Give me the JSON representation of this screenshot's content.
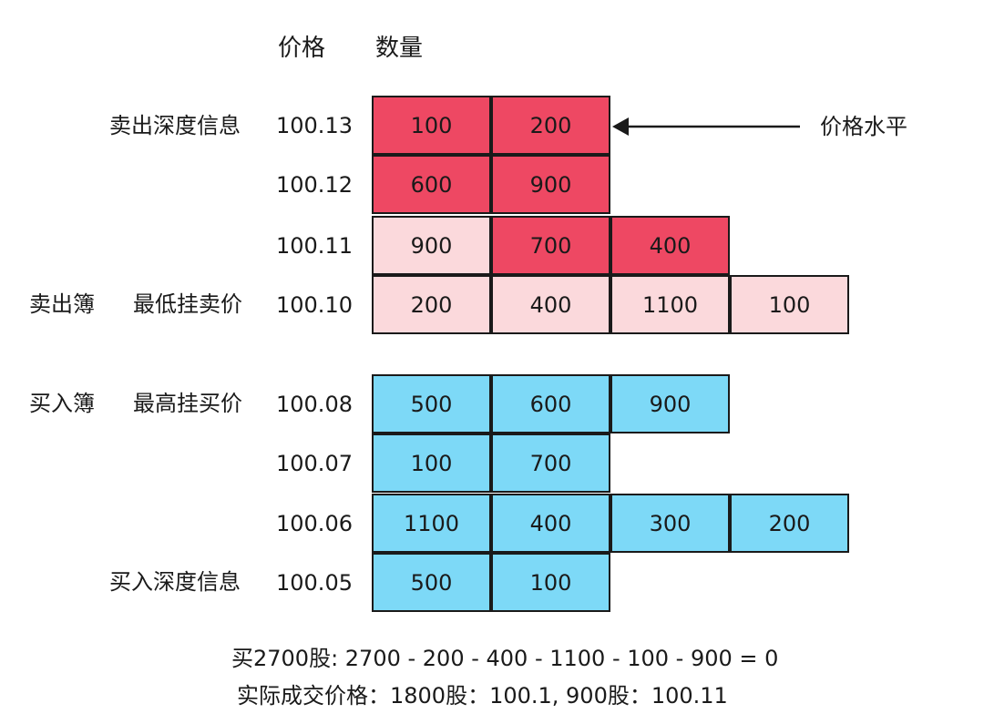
{
  "headers": {
    "price": "价格",
    "quantity": "数量"
  },
  "labels": {
    "sell_depth": "卖出深度信息",
    "sell_book": "卖出簿",
    "lowest_ask": "最低挂卖价",
    "buy_book": "买入簿",
    "highest_bid": "最高挂买价",
    "buy_depth": "买入深度信息",
    "price_level": "价格水平"
  },
  "sell_rows": [
    {
      "price": "100.13",
      "cells": [
        {
          "qty": "100",
          "color": "#ee4863"
        },
        {
          "qty": "200",
          "color": "#ee4863"
        }
      ]
    },
    {
      "price": "100.12",
      "cells": [
        {
          "qty": "600",
          "color": "#ee4863"
        },
        {
          "qty": "900",
          "color": "#ee4863"
        }
      ]
    },
    {
      "price": "100.11",
      "cells": [
        {
          "qty": "900",
          "color": "#fbd9dc"
        },
        {
          "qty": "700",
          "color": "#ee4863"
        },
        {
          "qty": "400",
          "color": "#ee4863"
        }
      ]
    },
    {
      "price": "100.10",
      "cells": [
        {
          "qty": "200",
          "color": "#fbd9dc"
        },
        {
          "qty": "400",
          "color": "#fbd9dc"
        },
        {
          "qty": "1100",
          "color": "#fbd9dc"
        },
        {
          "qty": "100",
          "color": "#fbd9dc"
        }
      ]
    }
  ],
  "buy_rows": [
    {
      "price": "100.08",
      "cells": [
        {
          "qty": "500",
          "color": "#7dd9f7"
        },
        {
          "qty": "600",
          "color": "#7dd9f7"
        },
        {
          "qty": "900",
          "color": "#7dd9f7"
        }
      ]
    },
    {
      "price": "100.07",
      "cells": [
        {
          "qty": "100",
          "color": "#7dd9f7"
        },
        {
          "qty": "700",
          "color": "#7dd9f7"
        }
      ]
    },
    {
      "price": "100.06",
      "cells": [
        {
          "qty": "1100",
          "color": "#7dd9f7"
        },
        {
          "qty": "400",
          "color": "#7dd9f7"
        },
        {
          "qty": "300",
          "color": "#7dd9f7"
        },
        {
          "qty": "200",
          "color": "#7dd9f7"
        }
      ]
    },
    {
      "price": "100.05",
      "cells": [
        {
          "qty": "500",
          "color": "#7dd9f7"
        },
        {
          "qty": "100",
          "color": "#7dd9f7"
        }
      ]
    }
  ],
  "footer": {
    "line1": "买2700股: 2700 - 200 - 400 - 1100 - 100 - 900 = 0",
    "line2": "实际成交价格：1800股：100.1,   900股：100.11"
  }
}
